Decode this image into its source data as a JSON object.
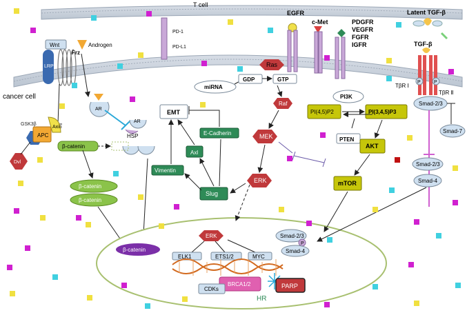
{
  "membrane": {
    "t_cell": "T cell",
    "pd1": "PD-1",
    "pdl1": "PD-L1",
    "cancer_cell": "cancer cell"
  },
  "receptors": {
    "egfr": "EGFR",
    "cmet": "c-Met",
    "rtk_group": [
      "PDGFR",
      "VEGFR",
      "FGFR",
      "IGFR"
    ],
    "latent_tgfb": "Latent TGF-β",
    "tgfb": "TGF-β",
    "tbr1": "TβR Ⅰ",
    "tbr2": "TβR Ⅱ",
    "p": "P"
  },
  "wnt": {
    "wnt": "Wnt",
    "frz": "Frz",
    "lrp": "LRP",
    "androgen": "Androgen",
    "ar": "AR",
    "hsp": "HSP",
    "gsk3b": "GSK3β",
    "axin": "Axin",
    "apc": "APC",
    "dvl": "Dvl",
    "bcatenin": "β-catenin"
  },
  "ras": {
    "mirna": "miRNA",
    "ras": "Ras",
    "gdp": "GDP",
    "gtp": "GTP",
    "raf": "Raf",
    "mek": "MEK",
    "erk": "ERK"
  },
  "pi3k": {
    "pi3k": "PI3K",
    "pip2": "PI(4,5)P2",
    "pip3": "PI(3,4,5)P3",
    "pten": "PTEN",
    "akt": "AKT",
    "mtor": "mTOR"
  },
  "emt": {
    "emt": "EMT",
    "ecadherin": "E-Cadherin",
    "axl": "Axl",
    "vimentin": "Vimentin",
    "slug": "Slug"
  },
  "smad": {
    "smad23": "Smad-2/3",
    "smad4": "Smad-4",
    "smad7": "Smad-7"
  },
  "nucleus": {
    "erk": "ERK",
    "elk1": "ELK1",
    "ets": "ETS1/2",
    "myc": "MYC",
    "brca": "BRCA1/2",
    "cdks": "CDKs",
    "hr": "HR",
    "parp": "PARP",
    "bcatenin": "β-catenin",
    "smad23": "Smad-2/3",
    "smad4": "Smad-4",
    "p": "P"
  },
  "colors": {
    "red_node": "#c0393b",
    "green_node": "#2e8b57",
    "yellow_node": "#c6c60a",
    "blue_node": "#a9c9e8",
    "purple_node": "#7b2fa8",
    "nucleus_border": "#a8c070"
  }
}
